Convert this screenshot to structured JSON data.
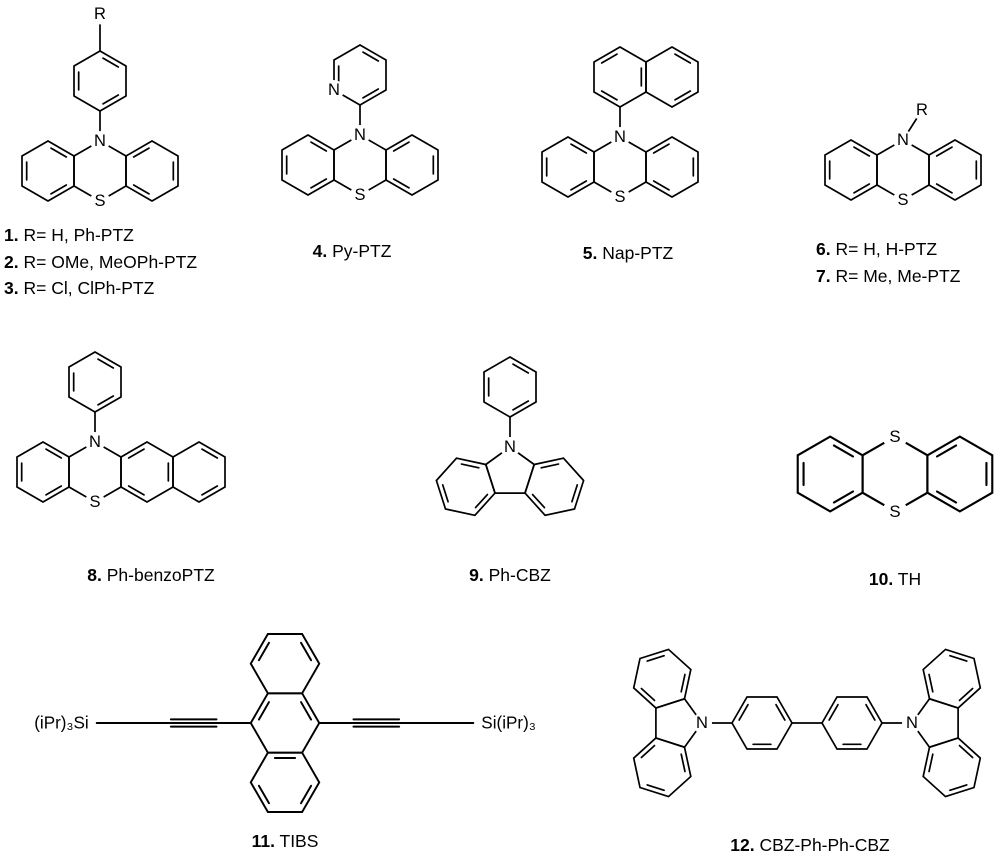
{
  "atoms": {
    "N": "N",
    "S": "S",
    "R": "R",
    "si_left": "(iPr)₃Si",
    "si_right": "Si(iPr)₃"
  },
  "compounds": {
    "c13": {
      "items": [
        {
          "num": "1.",
          "text": "R= H, Ph-PTZ"
        },
        {
          "num": "2.",
          "text": "R= OMe, MeOPh-PTZ"
        },
        {
          "num": "3.",
          "text": "R= Cl, ClPh-PTZ"
        }
      ]
    },
    "c4": {
      "items": [
        {
          "num": "4.",
          "text": "Py-PTZ"
        }
      ]
    },
    "c5": {
      "items": [
        {
          "num": "5.",
          "text": "Nap-PTZ"
        }
      ]
    },
    "c67": {
      "items": [
        {
          "num": "6.",
          "text": "R= H, H-PTZ"
        },
        {
          "num": "7.",
          "text": "R= Me, Me-PTZ"
        }
      ]
    },
    "c8": {
      "items": [
        {
          "num": "8.",
          "text": "Ph-benzoPTZ"
        }
      ]
    },
    "c9": {
      "items": [
        {
          "num": "9.",
          "text": "Ph-CBZ"
        }
      ]
    },
    "c10": {
      "items": [
        {
          "num": "10.",
          "text": "TH"
        }
      ]
    },
    "c11": {
      "items": [
        {
          "num": "11.",
          "text": "TIBS"
        }
      ]
    },
    "c12": {
      "items": [
        {
          "num": "12.",
          "text": "CBZ-Ph-Ph-CBZ"
        }
      ]
    }
  }
}
